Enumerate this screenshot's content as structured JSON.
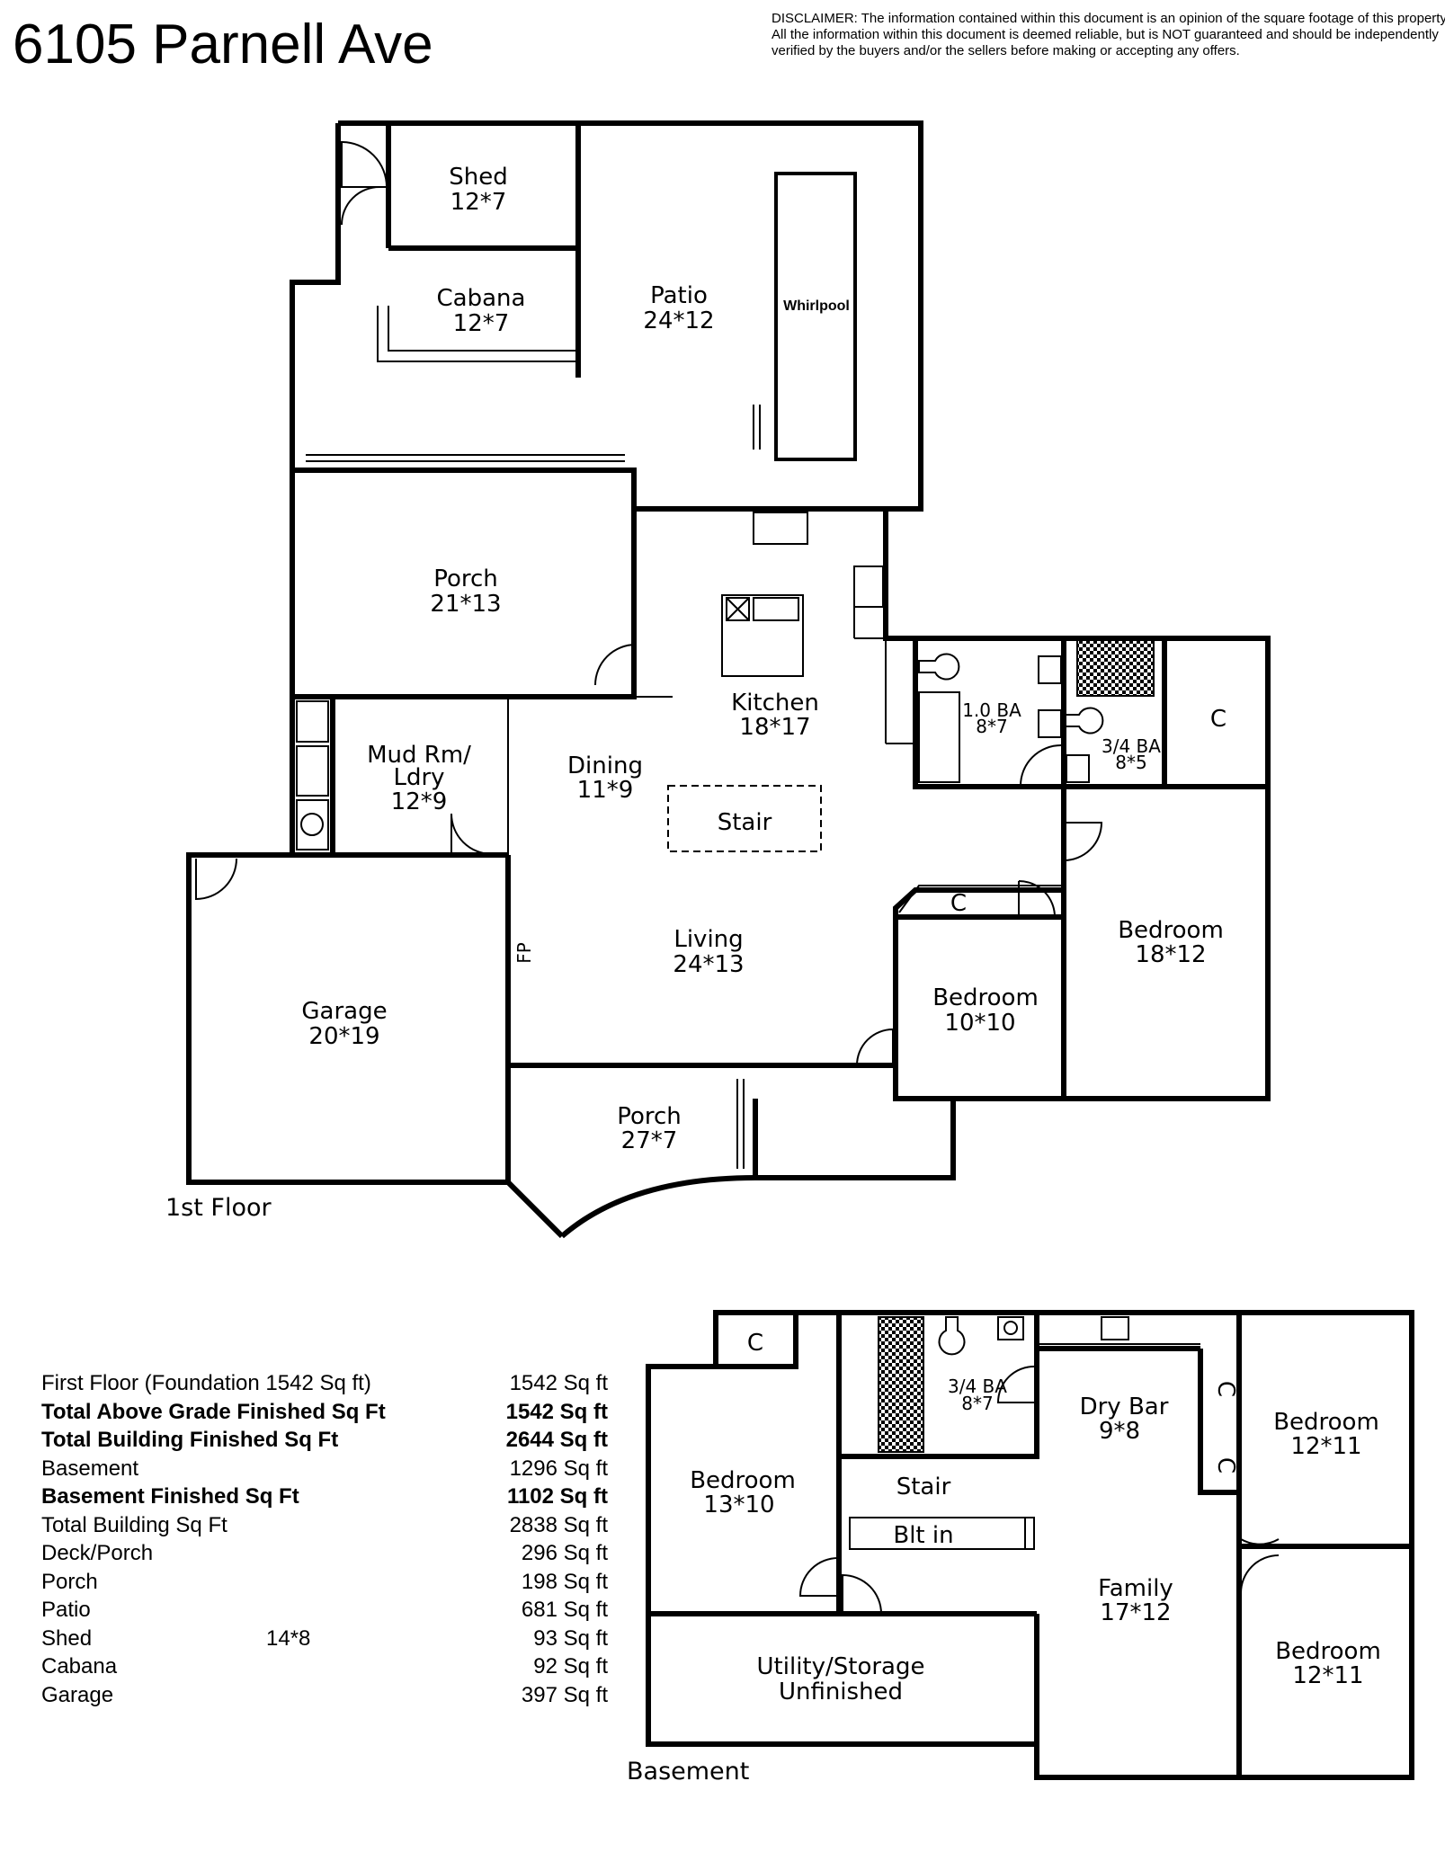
{
  "header": {
    "title": "6105 Parnell Ave",
    "disclaimer": [
      "DISCLAIMER: The information contained within this document is an opinion of the square footage of this property.",
      "All the information within this document is deemed reliable, but is NOT guaranteed and should be independently",
      "verified by the buyers and/or the sellers before making or accepting any offers."
    ]
  },
  "first_floor": {
    "label": "1st Floor",
    "rooms": {
      "shed": {
        "name": "Shed",
        "dims": "12*7"
      },
      "cabana": {
        "name": "Cabana",
        "dims": "12*7"
      },
      "patio": {
        "name": "Patio",
        "dims": "24*12"
      },
      "whirlpool": {
        "name": "Whirlpool"
      },
      "porch_back": {
        "name": "Porch",
        "dims": "21*13"
      },
      "kitchen": {
        "name": "Kitchen",
        "dims": "18*17"
      },
      "mud": {
        "name1": "Mud Rm/",
        "name2": "Ldry",
        "dims": "12*9"
      },
      "dining": {
        "name": "Dining",
        "dims": "11*9"
      },
      "stair": {
        "name": "Stair"
      },
      "bath_full": {
        "name": "1.0 BA",
        "dims": "8*7"
      },
      "bath_34": {
        "name": "3/4 BA",
        "dims": "8*5"
      },
      "closet_bath": {
        "name": "C"
      },
      "closet_bed": {
        "name": "C"
      },
      "garage": {
        "name": "Garage",
        "dims": "20*19"
      },
      "fp": {
        "name": "FP"
      },
      "living": {
        "name": "Living",
        "dims": "24*13"
      },
      "bed_small": {
        "name": "Bedroom",
        "dims": "10*10"
      },
      "bed_large": {
        "name": "Bedroom",
        "dims": "18*12"
      },
      "porch_front": {
        "name": "Porch",
        "dims": "27*7"
      }
    }
  },
  "basement": {
    "label": "Basement",
    "rooms": {
      "closet_a": {
        "name": "C"
      },
      "bath_34": {
        "name": "3/4 BA",
        "dims": "8*7"
      },
      "dry_bar": {
        "name": "Dry Bar",
        "dims": "9*8"
      },
      "closet_b": {
        "name": "C"
      },
      "closet_c": {
        "name": "C"
      },
      "bed_a": {
        "name": "Bedroom",
        "dims": "13*10"
      },
      "stair": {
        "name": "Stair"
      },
      "blt_in": {
        "name": "Blt in"
      },
      "bed_b": {
        "name": "Bedroom",
        "dims": "12*11"
      },
      "family": {
        "name": "Family",
        "dims": "17*12"
      },
      "utility": {
        "name1": "Utility/Storage",
        "name2": "Unfinished"
      },
      "bed_c": {
        "name": "Bedroom",
        "dims": "12*11"
      }
    }
  },
  "stats": [
    {
      "label": "First Floor (Foundation 1542 Sq ft)",
      "mid": "",
      "value": "1542 Sq ft",
      "bold": false
    },
    {
      "label": "Total Above Grade Finished Sq Ft",
      "mid": "",
      "value": "1542 Sq ft",
      "bold": true
    },
    {
      "label": "Total Building Finished Sq Ft",
      "mid": "",
      "value": "2644 Sq ft",
      "bold": true
    },
    {
      "label": "Basement",
      "mid": "",
      "value": "1296 Sq ft",
      "bold": false
    },
    {
      "label": "Basement Finished Sq Ft",
      "mid": "",
      "value": "1102 Sq ft",
      "bold": true
    },
    {
      "label": "Total Building Sq Ft",
      "mid": "",
      "value": "2838 Sq ft",
      "bold": false
    },
    {
      "label": "Deck/Porch",
      "mid": "",
      "value": "296 Sq ft",
      "bold": false
    },
    {
      "label": "Porch",
      "mid": "",
      "value": "198 Sq ft",
      "bold": false
    },
    {
      "label": "Patio",
      "mid": "",
      "value": "681 Sq ft",
      "bold": false
    },
    {
      "label": "Shed",
      "mid": "14*8",
      "value": "93 Sq ft",
      "bold": false
    },
    {
      "label": "Cabana",
      "mid": "",
      "value": "92 Sq ft",
      "bold": false
    },
    {
      "label": "Garage",
      "mid": "",
      "value": "397 Sq ft",
      "bold": false
    }
  ]
}
